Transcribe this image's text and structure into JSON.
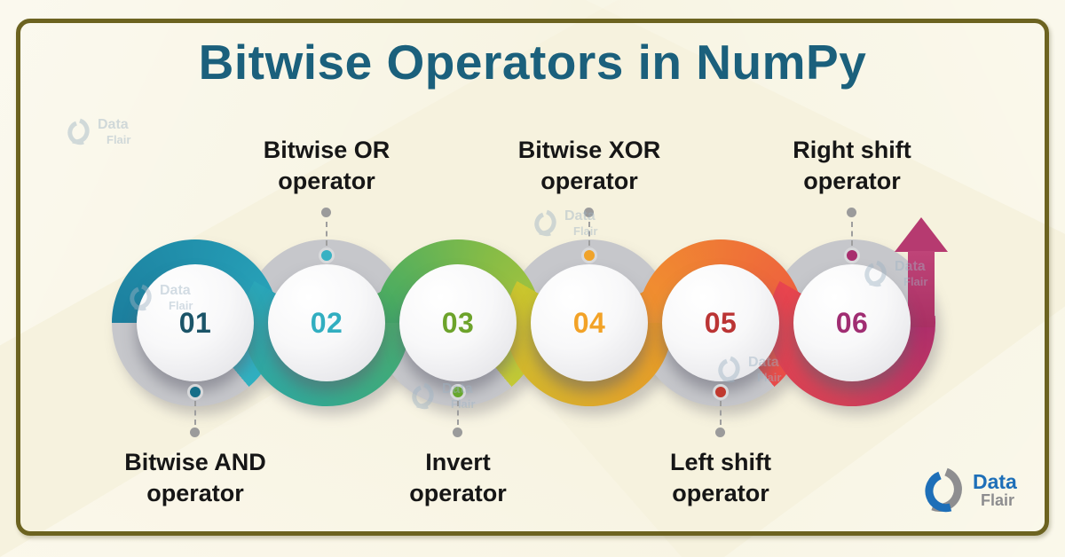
{
  "title": "Bitwise Operators in NumPy",
  "brand": {
    "line1": "Data",
    "line2": "Flair"
  },
  "items": [
    {
      "number": "01",
      "label_lines": [
        "Bitwise AND",
        "operator"
      ],
      "label_position": "bottom",
      "number_color": "#1b5468",
      "dot_color": "#156e88",
      "ring_colors": [
        "#1c7f9e",
        "#31b2c2"
      ]
    },
    {
      "number": "02",
      "label_lines": [
        "Bitwise OR",
        "operator"
      ],
      "label_position": "top",
      "number_color": "#31aec0",
      "dot_color": "#38b1c3",
      "ring_colors": [
        "#2aa5b8",
        "#4fae62"
      ]
    },
    {
      "number": "03",
      "label_lines": [
        "Invert",
        "operator"
      ],
      "label_position": "bottom",
      "number_color": "#6da32b",
      "dot_color": "#67a72c",
      "ring_colors": [
        "#3fa967",
        "#c6ca35"
      ]
    },
    {
      "number": "04",
      "label_lines": [
        "Bitwise XOR",
        "operator"
      ],
      "label_position": "top",
      "number_color": "#f2a227",
      "dot_color": "#f0a32a",
      "ring_colors": [
        "#c9c62e",
        "#ee8f27"
      ]
    },
    {
      "number": "05",
      "label_lines": [
        "Left shift",
        "operator"
      ],
      "label_position": "bottom",
      "number_color": "#bb3434",
      "dot_color": "#c0392f",
      "ring_colors": [
        "#f0952e",
        "#e94b4a"
      ]
    },
    {
      "number": "06",
      "label_lines": [
        "Right shift",
        "operator"
      ],
      "label_position": "top",
      "number_color": "#a02d72",
      "dot_color": "#a82e6e",
      "ring_colors": [
        "#e8454e",
        "#ab2d6c"
      ]
    }
  ],
  "colors": {
    "background": "#f6f2de",
    "frame_border": "#6c6320",
    "title": "#1b607c",
    "ring_gray": "#c6c7cb",
    "label_text": "#161616",
    "arrow": "#b63a70",
    "brand_blue": "#1e6fb8",
    "brand_gray": "#8d8d8f"
  }
}
